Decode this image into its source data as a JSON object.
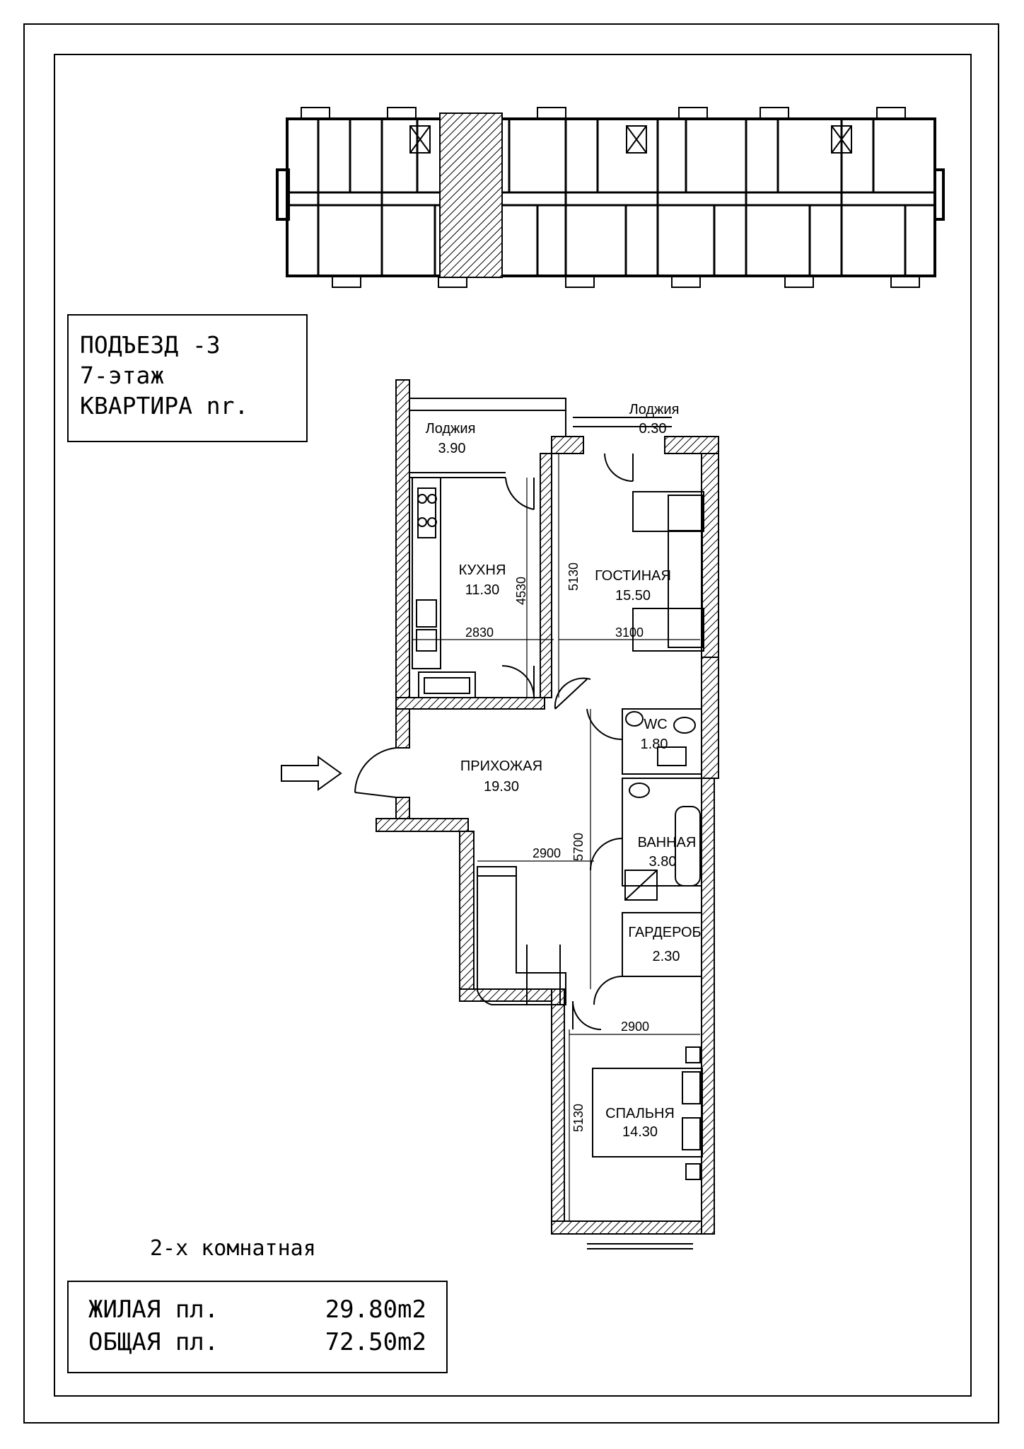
{
  "info": {
    "entrance": "ПОДЪЕЗД -3",
    "floor": "7-этаж",
    "apartment": "КВАРТИРА nr."
  },
  "apartment_type": "2-х комнатная",
  "areas": {
    "living_label": "ЖИЛАЯ пл.",
    "living_value": "29.80m2",
    "total_label": "ОБЩАЯ пл.",
    "total_value": "72.50m2"
  },
  "rooms": {
    "loggia1": {
      "name": "Лоджия",
      "area": "3.90"
    },
    "loggia2": {
      "name": "Лоджия",
      "area": "0.30"
    },
    "kitchen": {
      "name": "КУХНЯ",
      "area": "11.30"
    },
    "living": {
      "name": "ГОСТИНАЯ",
      "area": "15.50"
    },
    "wc": {
      "name": "WC",
      "area": "1.80"
    },
    "hall": {
      "name": "ПРИХОЖАЯ",
      "area": "19.30"
    },
    "bath": {
      "name": "ВАННАЯ",
      "area": "3.80"
    },
    "wardrobe": {
      "name": "ГАРДЕРОБ",
      "area": "2.30"
    },
    "bedroom": {
      "name": "СПАЛЬНЯ",
      "area": "14.30"
    }
  },
  "dimensions": {
    "kitchen_height": "4530",
    "kitchen_width": "2830",
    "living_height": "5130",
    "living_width": "3100",
    "hall_width": "2900",
    "hall_height": "5700",
    "bedroom_width": "2900",
    "bedroom_height": "5130"
  }
}
